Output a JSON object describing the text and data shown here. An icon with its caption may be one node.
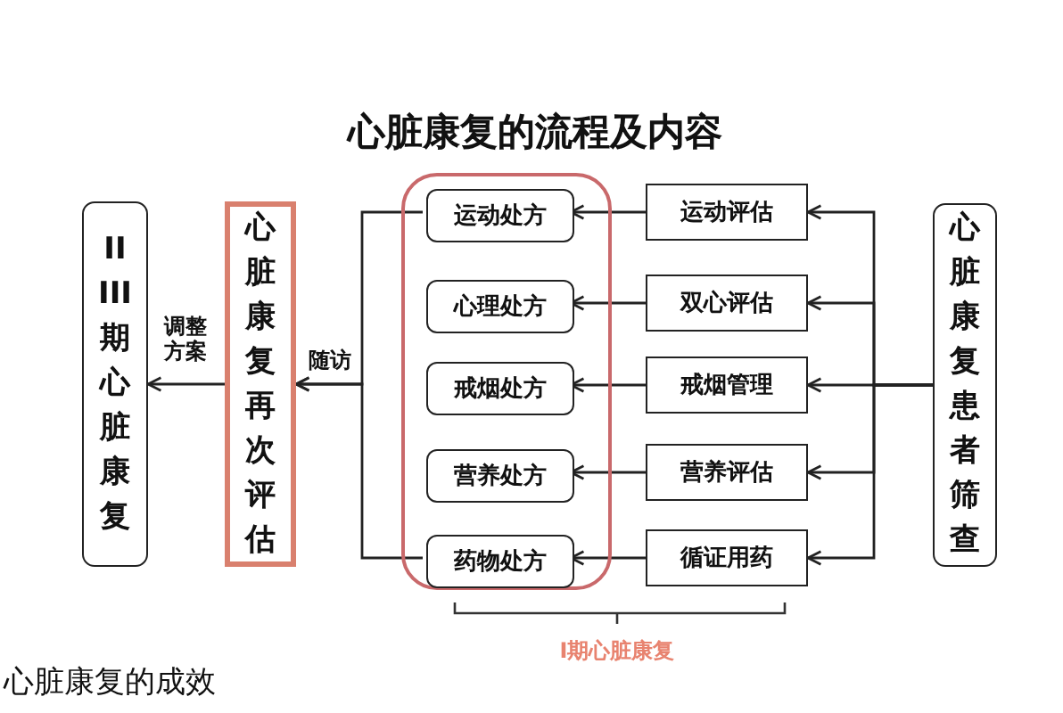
{
  "diagram": {
    "title": "心脏康复的流程及内容",
    "caption": "心脏康复的成效",
    "nodes": [
      {
        "text": [
          "心脏康复患者筛查"
        ]
      },
      {
        "text": [
          "运动评估"
        ]
      },
      {
        "text": [
          "双心评估"
        ]
      },
      {
        "text": [
          "戒烟管理"
        ]
      },
      {
        "text": [
          "营养评估"
        ]
      },
      {
        "text": [
          "循证用药"
        ]
      },
      {
        "text": [],
        "shape": "box"
      },
      {
        "text": [
          "运动处方"
        ],
        "in": 6
      },
      {
        "text": [
          "心理处方"
        ],
        "in": 6
      },
      {
        "text": [
          "戒烟处方"
        ],
        "in": 6
      },
      {
        "text": [
          "营养处方"
        ],
        "in": 6
      },
      {
        "text": [
          "药物处方"
        ],
        "in": 6
      },
      {
        "text": [
          "心脏康复再次评估"
        ]
      },
      {
        "text": [
          "II III期心脏康复"
        ]
      }
    ],
    "edges": [
      {
        "from": 0,
        "to": 1,
        "arrow": "to"
      },
      {
        "from": 0,
        "to": 2,
        "arrow": "to"
      },
      {
        "from": 0,
        "to": 3,
        "arrow": "to"
      },
      {
        "from": 0,
        "to": 4,
        "arrow": "to"
      },
      {
        "from": 0,
        "to": 5,
        "arrow": "to"
      },
      {
        "from": 1,
        "to": 7,
        "arrow": "to"
      },
      {
        "from": 2,
        "to": 8,
        "arrow": "to"
      },
      {
        "from": 3,
        "to": 9,
        "arrow": "to"
      },
      {
        "from": 4,
        "to": 10,
        "arrow": "to"
      },
      {
        "from": 5,
        "to": 11,
        "arrow": "to"
      },
      {
        "from": 7,
        "to": 12,
        "arrow": "to",
        "label": "随访"
      },
      {
        "from": 11,
        "to": 12,
        "arrow": "to"
      },
      {
        "from": 12,
        "to": 13,
        "arrow": "to",
        "label": "调整方案"
      }
    ],
    "labels": [
      "I期心脏康复"
    ]
  }
}
